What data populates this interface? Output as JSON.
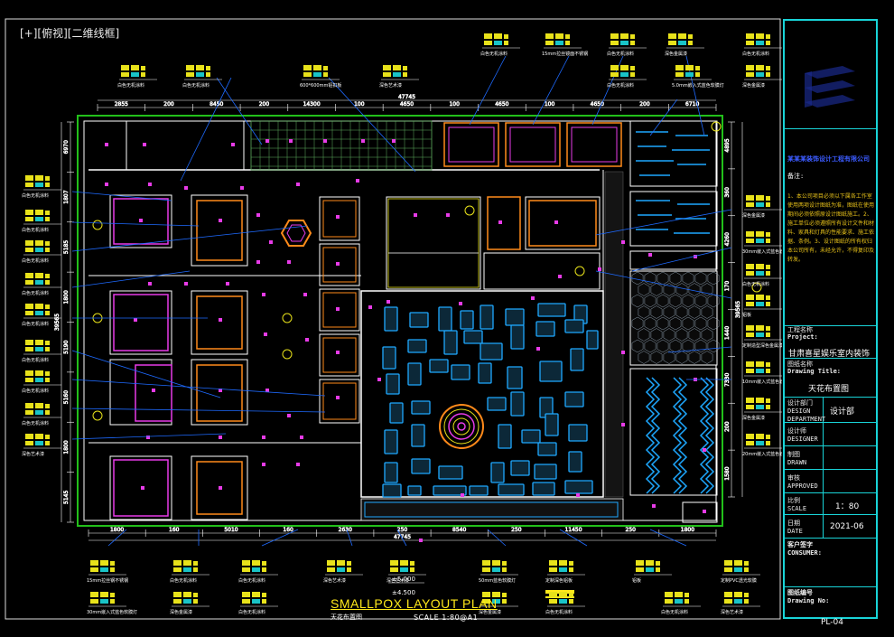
{
  "viewport": {
    "label": "[+][俯视][二维线框]"
  },
  "plan": {
    "title": "SMALLPOX LAYOUT PLAN",
    "subtitle": "天花布置图",
    "scale": "SCALE 1:80@A1"
  },
  "dimensions": {
    "top_segments": [
      "2855",
      "200",
      "8450",
      "200",
      "14300",
      "100",
      "4650",
      "100",
      "4650",
      "100",
      "4650",
      "200",
      "6710"
    ],
    "top_total": "47745",
    "bottom_segments": [
      "1800",
      "160",
      "5010",
      "160",
      "2630",
      "250",
      "8540",
      "250",
      "11450",
      "250",
      "1800"
    ],
    "bottom_total": "47745",
    "left_segments": [
      "6970",
      "1807",
      "5185",
      "1800",
      "5190",
      "5160",
      "1800",
      "5145"
    ],
    "left_total": "39565",
    "right_segments": [
      "4895",
      "360",
      "4260",
      "170",
      "1440",
      "7330",
      "200",
      "1580"
    ],
    "right_total": "39565",
    "level_a": "±5.000",
    "level_b": "±4.500"
  },
  "annotations": {
    "top": [
      "白色无机涂料",
      "白色无机涂料",
      "600*600mm铝扣板",
      "深色艺术漆",
      "白色无机涂料",
      "15mm拉丝镜面不锈钢",
      "白色无机涂料",
      "深色金属漆",
      "白色无机涂料",
      "白色无机涂料",
      "5.0mm嵌入式蓝色软膜灯",
      "深色金属漆"
    ],
    "left": [
      "白色无机涂料",
      "白色无机涂料",
      "白色无机涂料",
      "白色无机涂料",
      "白色无机涂料",
      "白色无机涂料",
      "白色无机涂料",
      "白色无机涂料",
      "深色艺术漆"
    ],
    "right": [
      "深色金属漆",
      "30mm嵌入式蓝色软膜灯",
      "白色无机涂料",
      "铝板",
      "定制造型深色金属漆饰面",
      "10mm嵌入式蓝色软膜灯",
      "深色金属漆",
      "20mm嵌入式蓝色软膜灯"
    ],
    "bottom": [
      "15mm拉丝钢不锈钢",
      "白色无机涂料",
      "白色无机涂料",
      "深色艺术漆",
      "深色艺术漆",
      "50mm蓝色软膜灯",
      "定制深色铝板",
      "铝板",
      "定制PVC透光软膜",
      "30mm嵌入式蓝色软膜灯",
      "深色金属漆",
      "白色无机涂料",
      "深色金属漆",
      "白色无机涂料",
      "白色无机涂料",
      "深色艺术漆"
    ]
  },
  "title_block": {
    "company": "某某某装饰设计工程有限公司",
    "notes_heading": "备注:",
    "notes": "1、本公司项目必须以下属各工作室使用两项设计图纸为准，图纸在使用期间必须依照原设计图纸施工。2、施工单位必须遵照所有设计文件和材料、家具和灯具的性能要求、施工依据、条例。3、设计图纸的所有权归本公司所有，未经允许，不得复印及转发。",
    "project_label_cn": "工程名称",
    "project_label_en": "Project:",
    "project_name": "甘肃喜星娱乐室内装饰",
    "drawing_label_cn": "图纸名称",
    "drawing_label_en": "Drawing Title:",
    "drawing_title": "天花布置图",
    "dept_label": "设计部门\nDESIGN\nDEPARTMENT",
    "dept_value": "设计部",
    "designer_label": "设计师\nDESIGNER",
    "drawn_label": "制图\nDRAWN",
    "approved_label": "审核\nAPPROVED",
    "scale_label": "比例\nSCALE",
    "scale_value": "1：80",
    "date_label": "日期\nDATE",
    "date_value": "2021-06",
    "client_label": "客户签字\nCONSUMER:",
    "drawing_no_label": "图纸编号\nDrawing No:",
    "drawing_no": "PL-04"
  },
  "colors": {
    "background": "#000000",
    "wall": "#ffffff",
    "cyan": "#19d4d8",
    "blue_light": "#1ea8ff",
    "magenta": "#e83be8",
    "orange": "#ff8a1a",
    "yellow": "#ffe81a",
    "green": "#22c01a",
    "grid_green": "#5fb05f"
  },
  "icons": [
    "logo-mark-icon",
    "light-fixture-icon",
    "hexagon-pendant-icon",
    "round-chandelier-icon",
    "level-marker-icon"
  ]
}
